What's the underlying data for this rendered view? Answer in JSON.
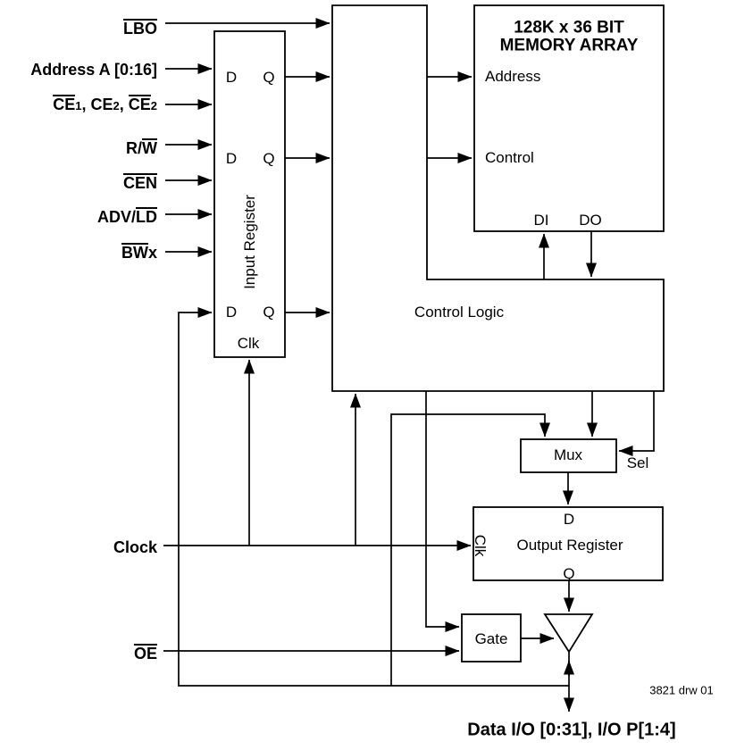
{
  "diagram": {
    "drawing_number": "3821 drw 01",
    "io_label": "Data I/O [0:31], I/O P[1:4]",
    "signals": {
      "lbo": "LBO",
      "address": "Address A [0:16]",
      "ce_parts": [
        "CE",
        "1",
        ", CE",
        "2",
        ", ",
        "CE",
        "2"
      ],
      "rw_parts": [
        "R/",
        "W"
      ],
      "cen": "CEN",
      "advld_parts": [
        "ADV/",
        "LD"
      ],
      "bw_parts": [
        "BW",
        "x"
      ],
      "clock": "Clock",
      "oe": "OE"
    },
    "input_register": {
      "label": "Input Register",
      "clk": "Clk",
      "d": "D",
      "q": "Q"
    },
    "memory_array": {
      "title_line1": "128K x 36 BIT",
      "title_line2": "MEMORY ARRAY",
      "address_port": "Address",
      "control_port": "Control",
      "di": "DI",
      "do": "DO"
    },
    "control_logic": {
      "label": "Control Logic"
    },
    "mux": {
      "label": "Mux",
      "sel": "Sel"
    },
    "output_register": {
      "label": "Output Register",
      "d": "D",
      "q": "Q",
      "clk": "Clk"
    },
    "gate": {
      "label": "Gate"
    },
    "colors": {
      "line": "#000000",
      "background": "#ffffff"
    }
  }
}
